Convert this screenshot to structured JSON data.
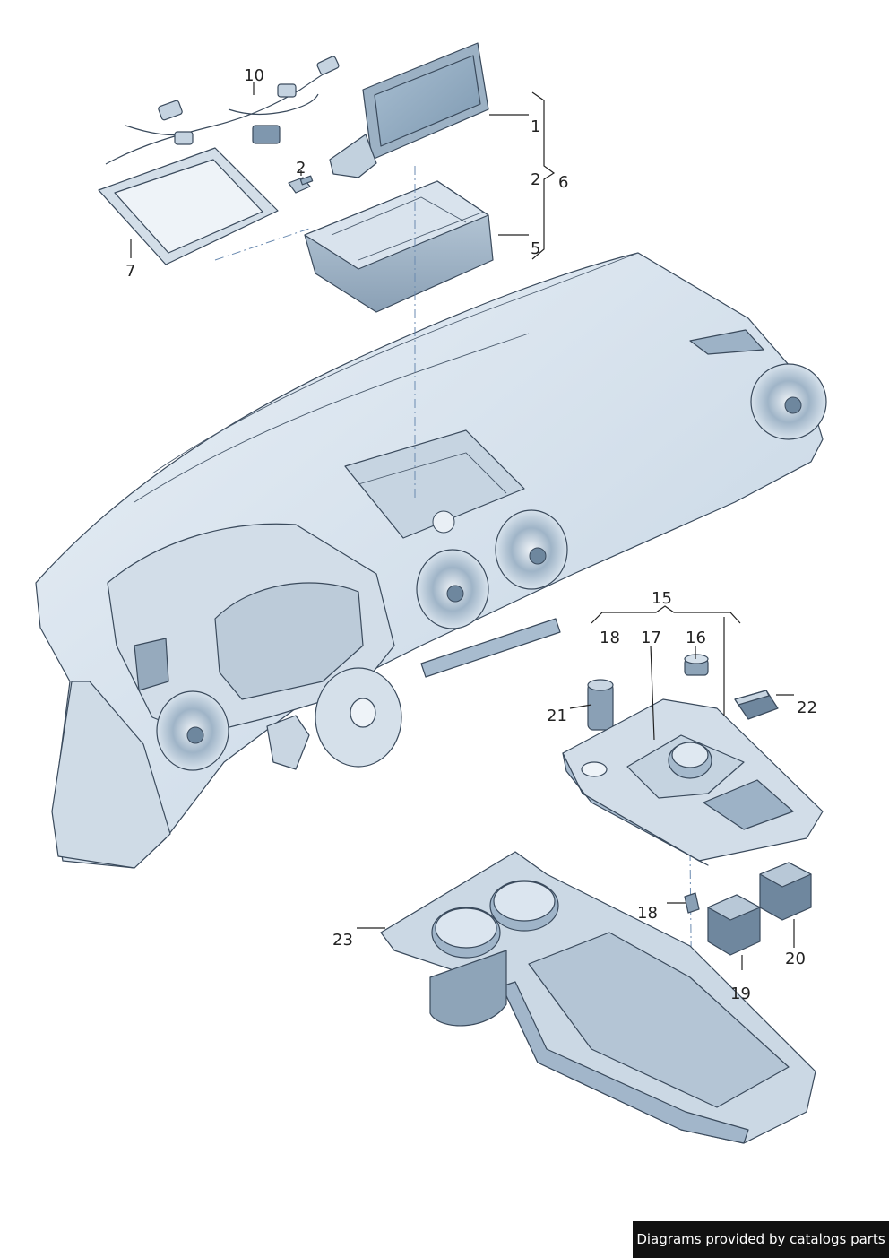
{
  "diagram": {
    "callouts": [
      {
        "id": "c10",
        "label": "10"
      },
      {
        "id": "c1",
        "label": "1"
      },
      {
        "id": "c2a",
        "label": "2"
      },
      {
        "id": "c2b",
        "label": "2"
      },
      {
        "id": "c6",
        "label": "6"
      },
      {
        "id": "c5",
        "label": "5"
      },
      {
        "id": "c7",
        "label": "7"
      },
      {
        "id": "c15",
        "label": "15"
      },
      {
        "id": "c18a",
        "label": "18"
      },
      {
        "id": "c17",
        "label": "17"
      },
      {
        "id": "c16",
        "label": "16"
      },
      {
        "id": "c21",
        "label": "21"
      },
      {
        "id": "c22",
        "label": "22"
      },
      {
        "id": "c18b",
        "label": "18"
      },
      {
        "id": "c23",
        "label": "23"
      },
      {
        "id": "c20",
        "label": "20"
      },
      {
        "id": "c19",
        "label": "19"
      }
    ]
  },
  "footer": {
    "text": "Diagrams provided by catalogs parts"
  },
  "colors": {
    "part_fill": "#dfe8f2",
    "part_shade": "#b9cadb",
    "part_dark": "#7f97ae",
    "screen": "#8fa9bf",
    "line": "#3a4a5c",
    "footer_bg": "#111111",
    "footer_text": "#ffffff"
  }
}
